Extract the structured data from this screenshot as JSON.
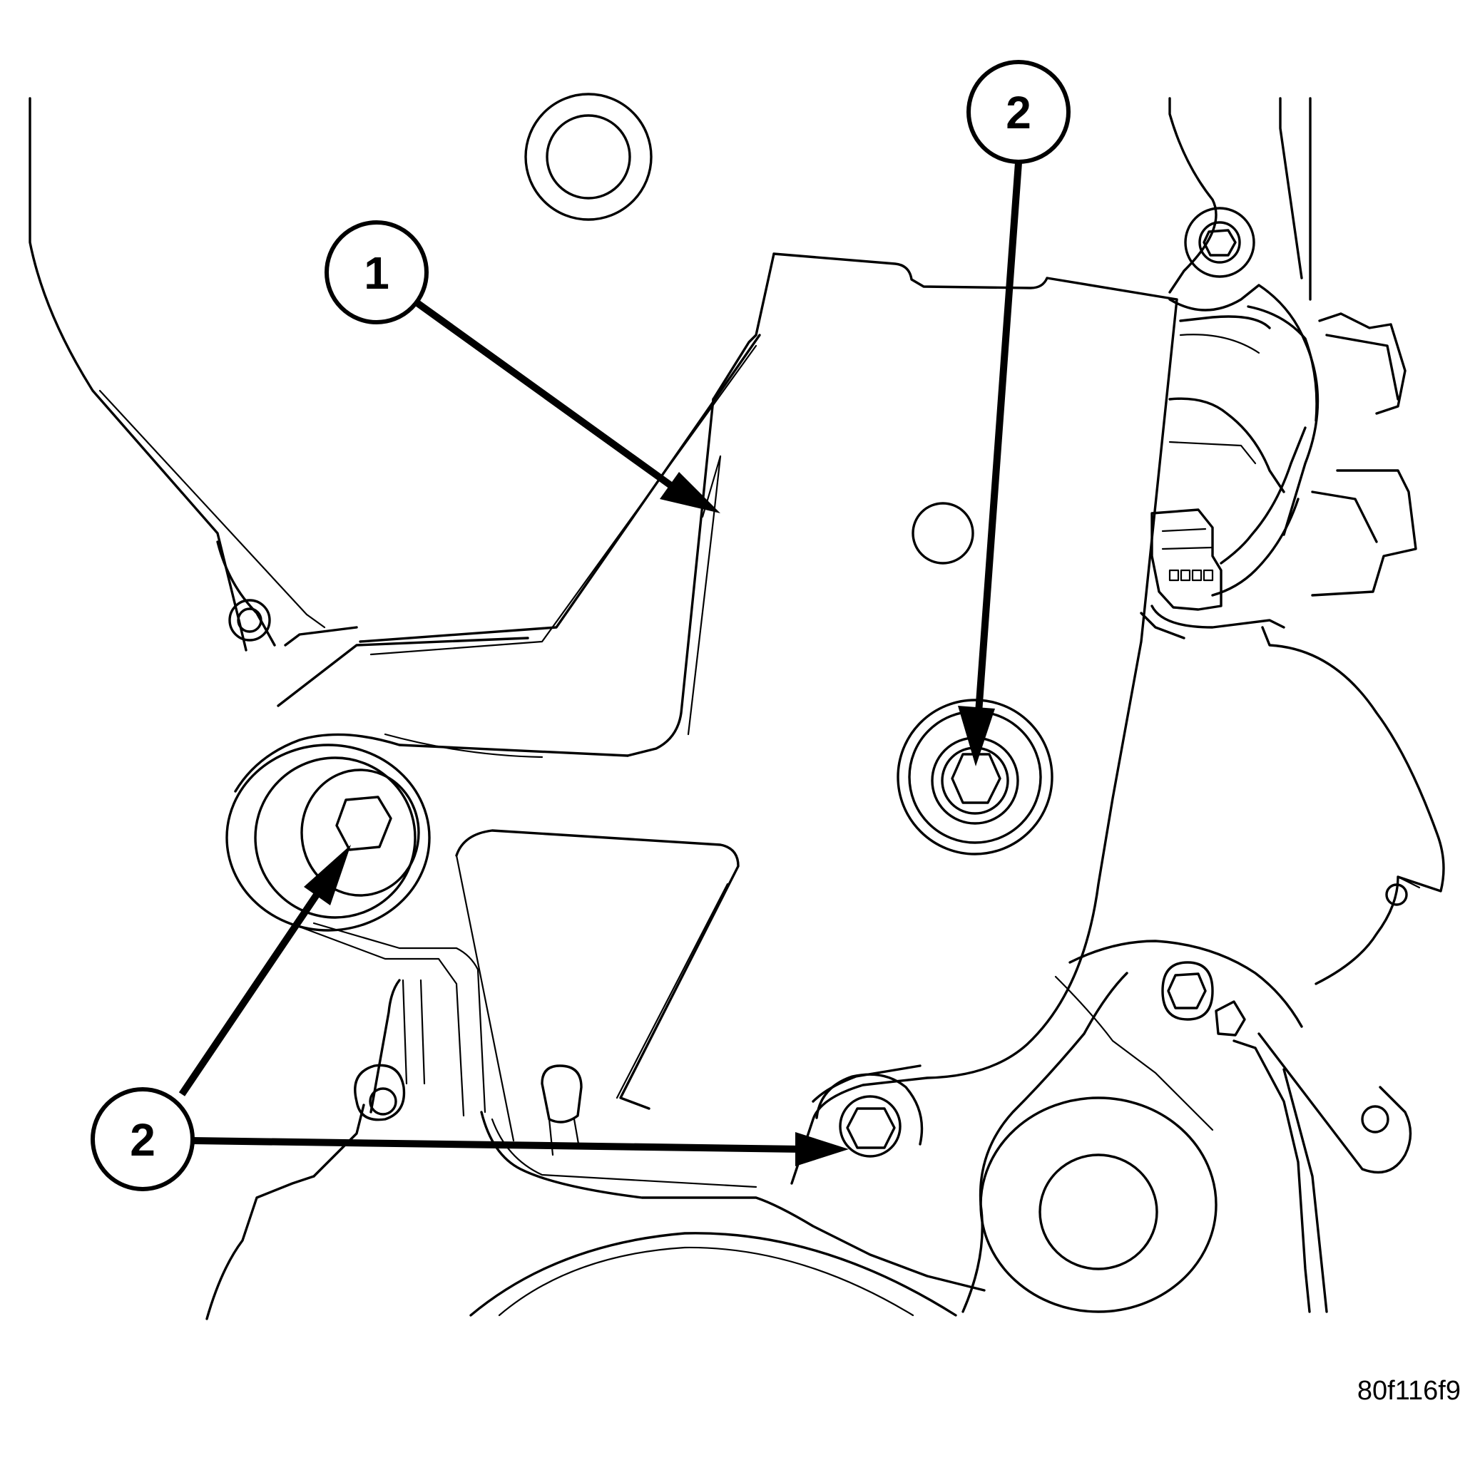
{
  "diagram": {
    "callouts": [
      {
        "id": "callout-1",
        "label": "1"
      },
      {
        "id": "callout-2-top",
        "label": "2"
      },
      {
        "id": "callout-2-bottom",
        "label": "2"
      }
    ],
    "figure_id": "80f116f9"
  },
  "colors": {
    "line": "#000000",
    "background": "#ffffff"
  }
}
